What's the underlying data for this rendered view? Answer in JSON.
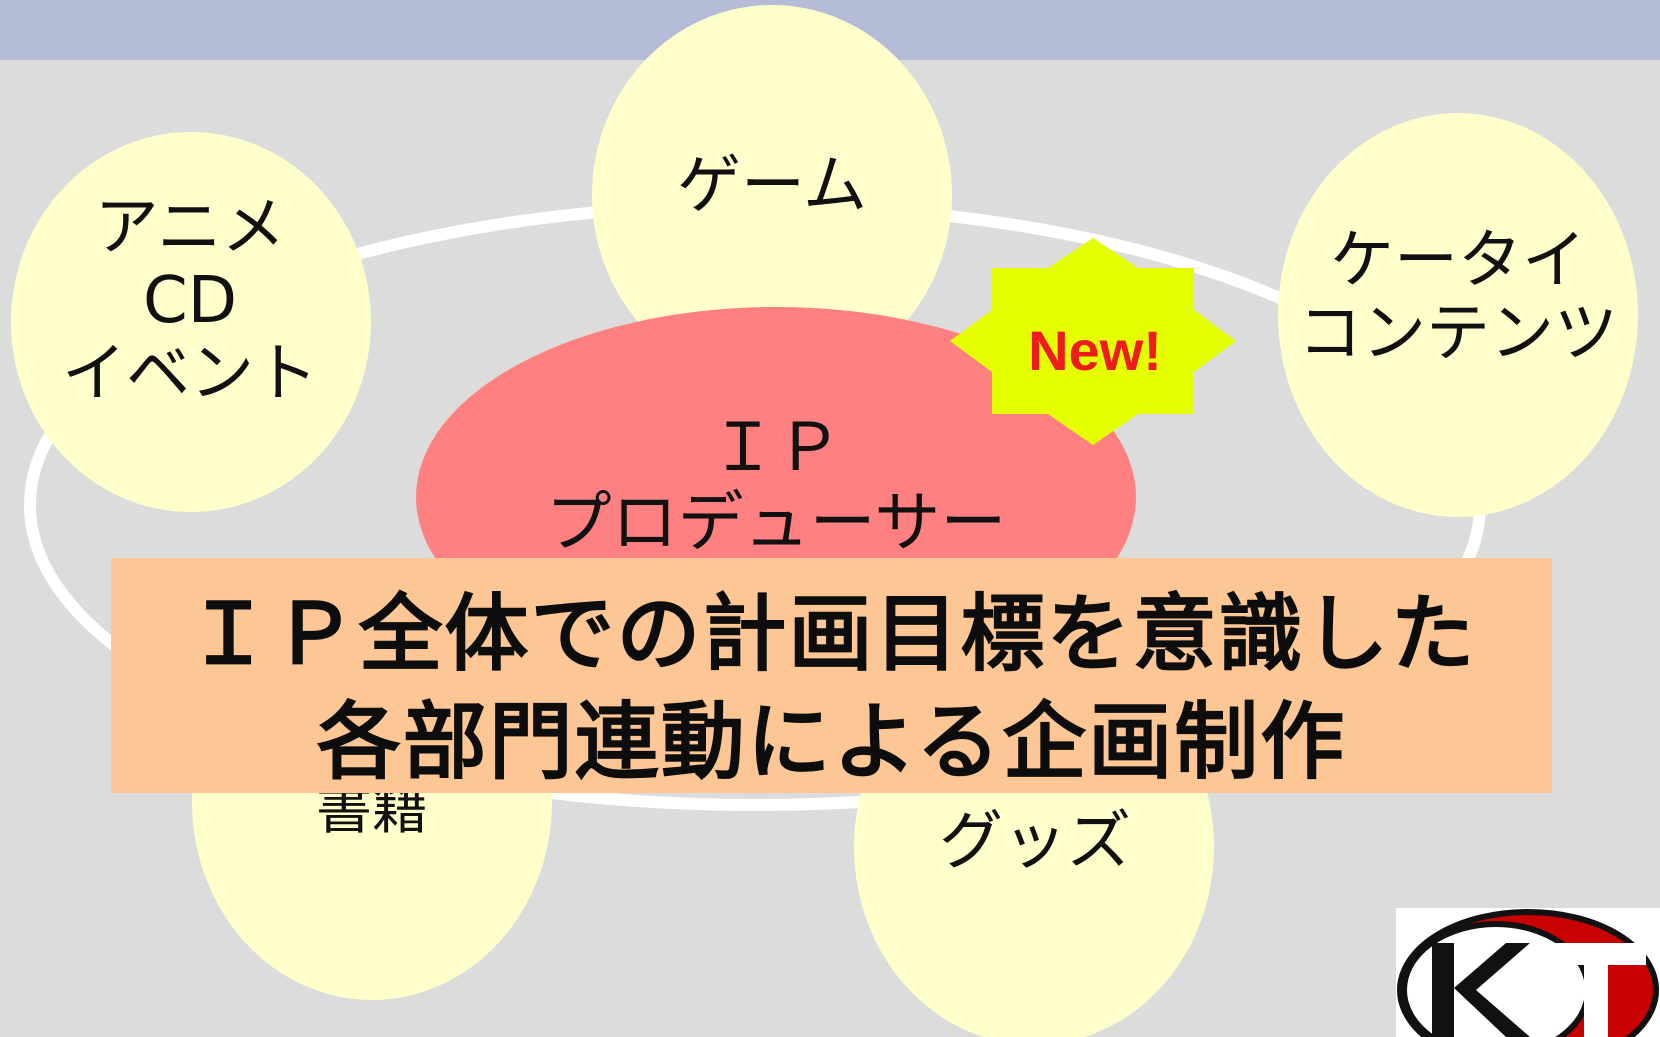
{
  "diagram": {
    "center": {
      "lines": [
        "ＩＰ",
        "プロデューサー"
      ]
    },
    "nodes": {
      "game": {
        "lines": [
          "ゲーム"
        ]
      },
      "anime": {
        "lines": [
          "アニメ",
          "CD",
          "イベント"
        ]
      },
      "mobile": {
        "lines": [
          "ケータイ",
          "コンテンツ"
        ]
      },
      "books": {
        "lines": [
          "書籍"
        ]
      },
      "goods": {
        "lines": [
          "グッズ"
        ]
      }
    },
    "badge": {
      "text": "New!"
    },
    "banner": {
      "lines": [
        "ＩＰ全体での計画目標を意識した",
        "各部門連動による企画制作"
      ]
    },
    "colors": {
      "background": "#dcdcdc",
      "topbar": "#b5bcd8",
      "node_fill": "#ffffcc",
      "center_fill": "#ff8080",
      "ring": "#ffffff",
      "badge_fill": "#e6ff00",
      "badge_text": "#ee1c1c",
      "banner_fill": "#fdc795",
      "logo_red": "#c80000"
    },
    "logo": {
      "name": "kt-logo"
    }
  }
}
